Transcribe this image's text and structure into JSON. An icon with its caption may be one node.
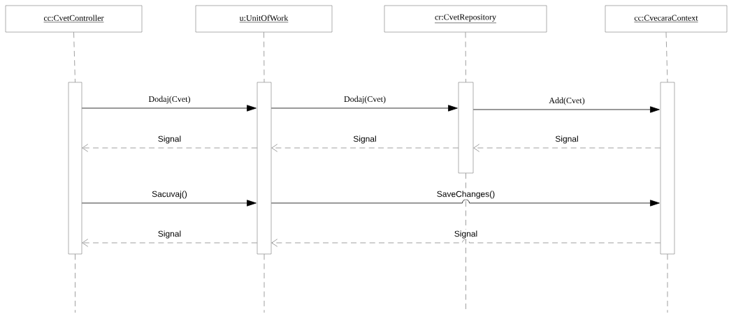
{
  "diagram": {
    "nodes": [
      {
        "text": [
          "cc:CvetController"
        ]
      },
      {
        "text": [
          "u:UnitOfWork"
        ]
      },
      {
        "text": [
          "cr:CvetRepository"
        ]
      },
      {
        "text": [
          "cc:CvecaraContext"
        ]
      },
      {
        "text": [],
        "shape": "bar"
      },
      {
        "text": [],
        "shape": "bar"
      },
      {
        "text": [],
        "shape": "bar"
      },
      {
        "text": [],
        "shape": "bar"
      }
    ],
    "edges": [
      {
        "from": 0,
        "to": 4,
        "arrow": "none",
        "style": "dashed"
      },
      {
        "from": 1,
        "to": 5,
        "arrow": "none",
        "style": "dashed"
      },
      {
        "from": 2,
        "to": 6,
        "arrow": "none",
        "style": "dashed"
      },
      {
        "from": 3,
        "to": 7,
        "arrow": "none",
        "style": "dashed"
      },
      {
        "from": 4,
        "to": null,
        "arrow": "none",
        "style": "dashed"
      },
      {
        "from": 5,
        "to": null,
        "arrow": "none",
        "style": "dashed"
      },
      {
        "from": 6,
        "to": null,
        "arrow": "none",
        "style": "dashed"
      },
      {
        "from": 7,
        "to": null,
        "arrow": "none",
        "style": "dashed"
      },
      {
        "from": 4,
        "to": 5,
        "arrow": "to",
        "label": "Dodaj(Cvet)"
      },
      {
        "from": 5,
        "to": 6,
        "arrow": "to",
        "label": "Dodaj(Cvet)"
      },
      {
        "from": 6,
        "to": 7,
        "arrow": "to",
        "label": "Add(Cvet)"
      },
      {
        "from": 7,
        "to": 6,
        "arrow": "to",
        "label": "Signal",
        "style": "dashed"
      },
      {
        "from": 6,
        "to": 5,
        "arrow": "to",
        "label": "Signal",
        "style": "dashed"
      },
      {
        "from": 5,
        "to": 4,
        "arrow": "to",
        "label": "Signal",
        "style": "dashed"
      },
      {
        "from": 4,
        "to": 5,
        "arrow": "to",
        "label": "Sacuvaj()"
      },
      {
        "from": 5,
        "to": 7,
        "arrow": "to",
        "label": "SaveChanges()"
      },
      {
        "from": 7,
        "to": 5,
        "arrow": "to",
        "label": "Signal",
        "style": "dashed"
      },
      {
        "from": 5,
        "to": 4,
        "arrow": "to",
        "label": "Signal",
        "style": "dashed"
      }
    ]
  }
}
